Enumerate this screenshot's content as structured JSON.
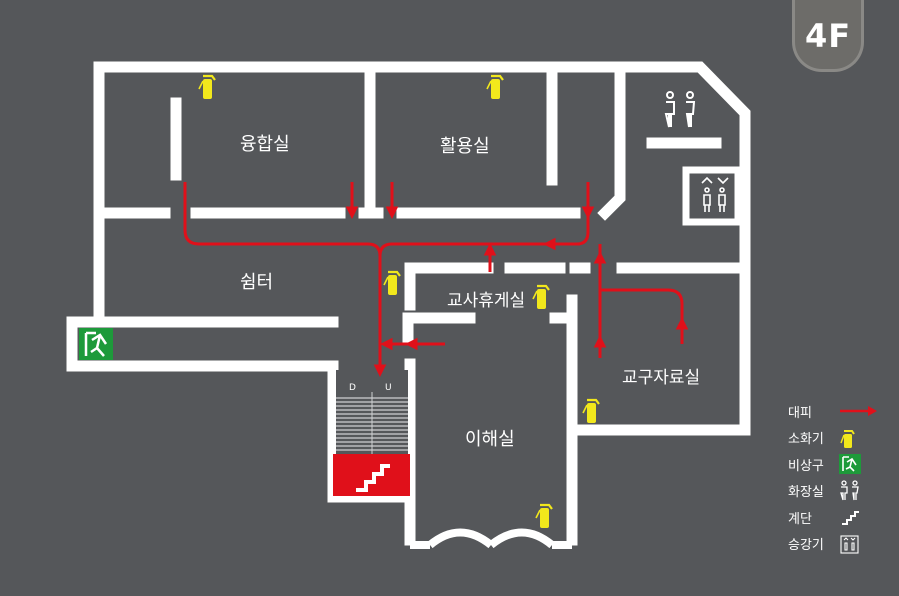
{
  "floor": {
    "label": "4F"
  },
  "rooms": {
    "fusion": "융합실",
    "utility": "활용실",
    "shelter": "쉼터",
    "teacher_lounge": "교사휴게실",
    "materials": "교구자료실",
    "understanding": "이해실"
  },
  "stairs": {
    "down": "D",
    "up": "U"
  },
  "legend": {
    "evacuation": "대피",
    "extinguisher": "소화기",
    "exit": "비상구",
    "restroom": "화장실",
    "stairs": "계단",
    "elevator": "승강기"
  },
  "colors": {
    "background": "#55575a",
    "wall": "#ffffff",
    "evacuation_arrow": "#e0101a",
    "extinguisher": "#f2e81c",
    "exit": "#1d9a3a",
    "stair_highlight": "#e0101a"
  }
}
